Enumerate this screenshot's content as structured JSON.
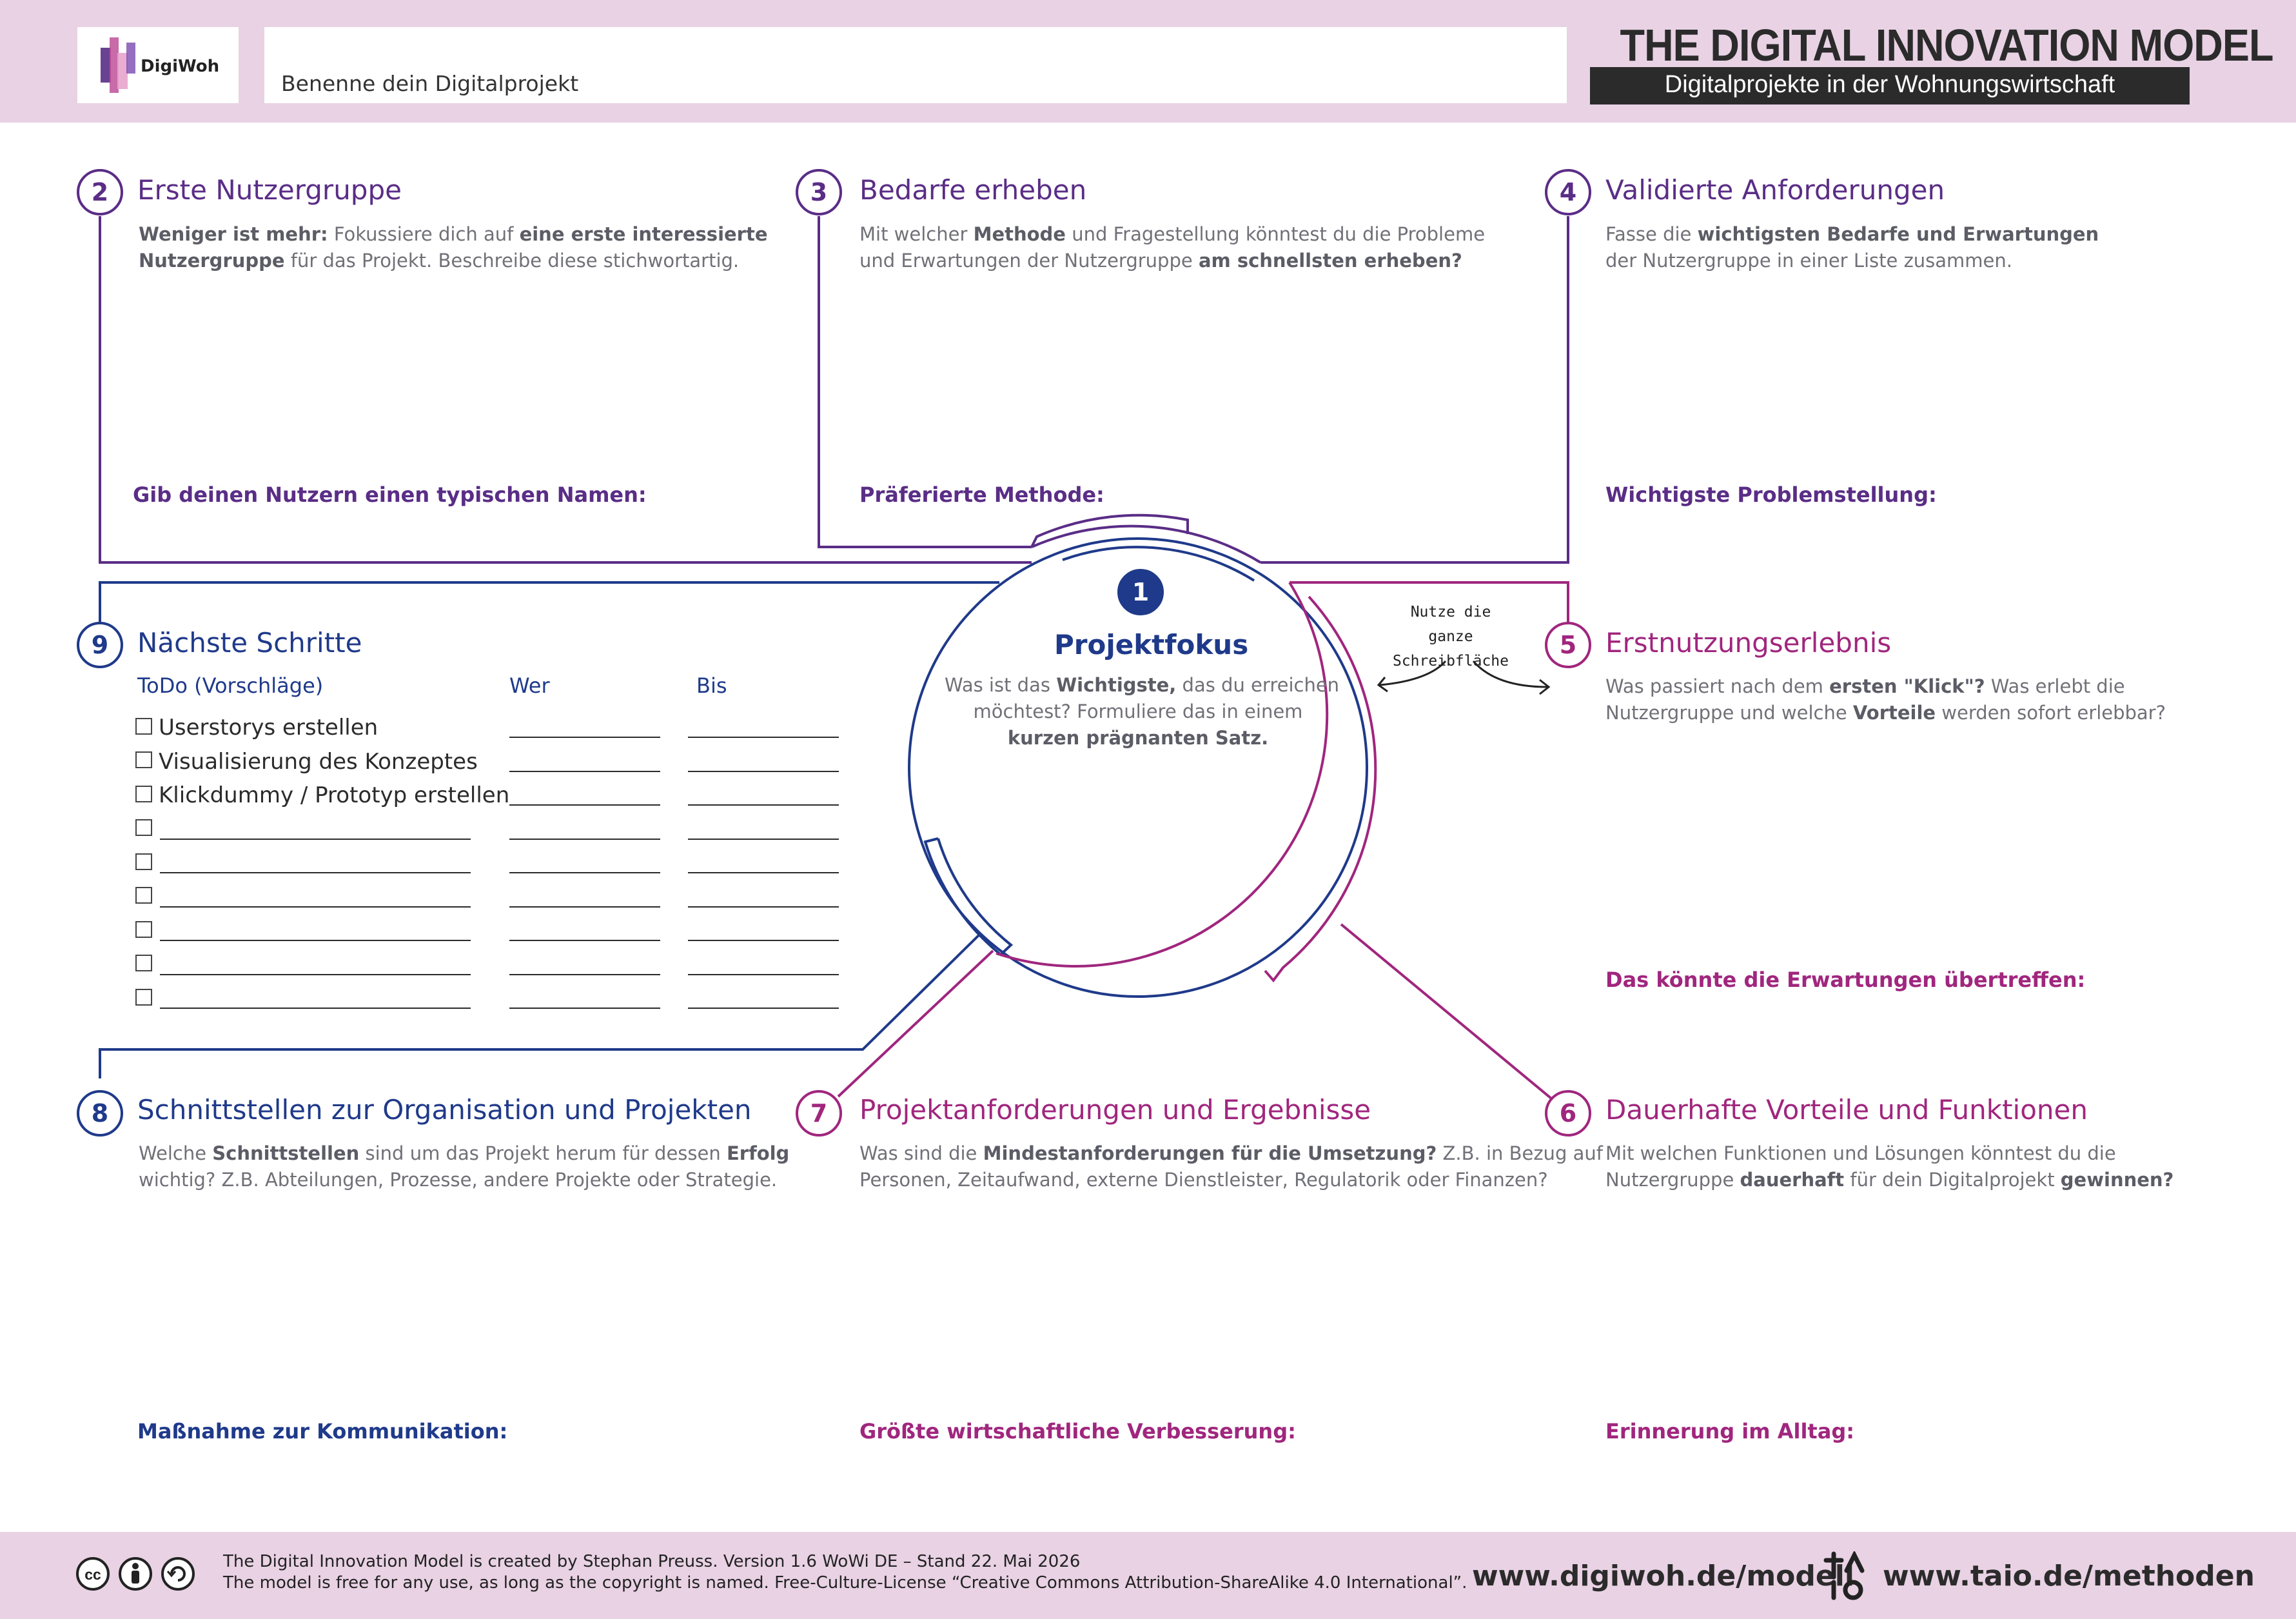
{
  "header": {
    "logo_text": "DigiWoh",
    "project_name_label": "Benenne dein Digitalprojekt",
    "title": "THE DIGITAL INNOVATION MODEL",
    "subtitle": "Digitalprojekte in der Wohnungswirtschaft"
  },
  "sections": {
    "s1": {
      "num": "1",
      "title": "Projektfokus",
      "line1_a": "Was ist das ",
      "line1_b": "Wichtigste,",
      "line1_c": " das du erreichen",
      "line2": "möchtest? Formuliere das in einem",
      "line3": "kurzen prägnanten Satz."
    },
    "s2": {
      "num": "2",
      "title": "Erste Nutzergruppe",
      "line1_a": "Weniger ist mehr:",
      "line1_b": " Fokussiere dich auf ",
      "line1_c": "eine erste interessierte",
      "line2_a": "Nutzergruppe",
      "line2_b": " für das Projekt. Beschreibe diese stichwortartig.",
      "label": "Gib deinen Nutzern einen typischen Namen:"
    },
    "s3": {
      "num": "3",
      "title": "Bedarfe erheben",
      "line1_a": "Mit welcher ",
      "line1_b": "Methode",
      "line1_c": " und Fragestellung könntest du die Probleme",
      "line2_a": "und Erwartungen der Nutzergruppe ",
      "line2_b": "am schnellsten erheben?",
      "label": "Präferierte Methode:"
    },
    "s4": {
      "num": "4",
      "title": "Validierte Anforderungen",
      "line1_a": "Fasse die ",
      "line1_b": "wichtigsten Bedarfe und Erwartungen",
      "line2": "der Nutzergruppe in einer Liste zusammen.",
      "label": "Wichtigste Problemstellung:"
    },
    "s5": {
      "num": "5",
      "title": "Erstnutzungserlebnis",
      "line1_a": "Was passiert nach dem ",
      "line1_b": "ersten \"Klick\"?",
      "line1_c": " Was erlebt die",
      "line2_a": "Nutzergruppe und welche ",
      "line2_b": "Vorteile",
      "line2_c": " werden sofort erlebbar?",
      "label": "Das könnte die Erwartungen übertreffen:"
    },
    "s6": {
      "num": "6",
      "title": "Dauerhafte Vorteile und Funktionen",
      "line1": "Mit welchen Funktionen und Lösungen könntest du die",
      "line2_a": "Nutzergruppe ",
      "line2_b": "dauerhaft",
      "line2_c": " für dein Digitalprojekt ",
      "line2_d": "gewinnen?",
      "label": "Erinnerung im Alltag:"
    },
    "s7": {
      "num": "7",
      "title": "Projektanforderungen und Ergebnisse",
      "line1_a": "Was sind die ",
      "line1_b": "Mindestanforderungen für die Umsetzung?",
      "line1_c": " Z.B. in Bezug auf",
      "line2": "Personen, Zeitaufwand, externe Dienstleister, Regulatorik oder Finanzen?",
      "label": "Größte wirtschaftliche Verbesserung:"
    },
    "s8": {
      "num": "8",
      "title": "Schnittstellen zur Organisation und Projekten",
      "line1_a": "Welche ",
      "line1_b": "Schnittstellen",
      "line1_c": " sind um das Projekt herum für dessen ",
      "line1_d": "Erfolg",
      "line2": "wichtig? Z.B. Abteilungen, Prozesse, andere Projekte oder Strategie.",
      "label": "Maßnahme zur Kommunikation:"
    },
    "s9": {
      "num": "9",
      "title": "Nächste Schritte",
      "col_todo": "ToDo (Vorschläge)",
      "col_who": "Wer",
      "col_until": "Bis",
      "todos": [
        "Userstorys erstellen",
        "Visualisierung des Konzeptes",
        "Klickdummy / Prototyp erstellen",
        "",
        "",
        "",
        "",
        "",
        ""
      ]
    }
  },
  "annotation": {
    "line1": "Nutze die ganze",
    "line2": "Schreibfläche"
  },
  "footer": {
    "line1": "The Digital Innovation Model is created by Stephan Preuss. Version 1.6 WoWi DE – Stand 22. Mai 2026",
    "line2": "The model is free for any use, as long as the copyright is named. Free-Culture-License “Creative Commons Attribution-ShareAlike 4.0 International”.",
    "link1": "www.digiwoh.de/modell",
    "link2": "www.taio.de/methoden",
    "cc_icon": "cc-icon",
    "by_icon": "by-icon",
    "sa_icon": "sa-icon"
  },
  "colors": {
    "purple": "#5a2d86",
    "navy": "#1f3a8a",
    "magenta": "#a0267e",
    "band": "#e8d2e4"
  }
}
